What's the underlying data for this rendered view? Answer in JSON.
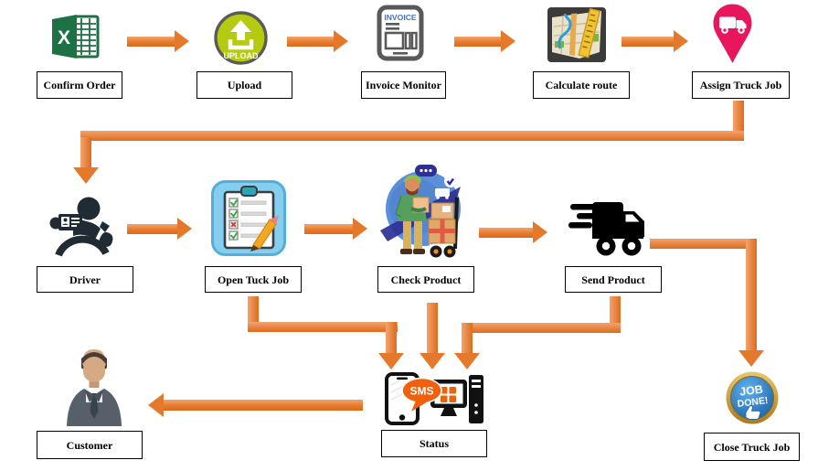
{
  "diagram": {
    "type": "flowchart",
    "nodes": [
      {
        "id": "confirm-order",
        "label": "Confirm Order",
        "icon": "excel-icon"
      },
      {
        "id": "upload",
        "label": "Upload",
        "icon": "upload-icon"
      },
      {
        "id": "invoice-monitor",
        "label": "Invoice Monitor",
        "icon": "invoice-icon"
      },
      {
        "id": "calculate-route",
        "label": "Calculate route",
        "icon": "map-route-icon"
      },
      {
        "id": "assign-truck-job",
        "label": "Assign Truck Job",
        "icon": "truck-pin-icon"
      },
      {
        "id": "driver",
        "label": "Driver",
        "icon": "driver-icon"
      },
      {
        "id": "open-tuck-job",
        "label": "Open Tuck Job",
        "icon": "clipboard-checklist-icon"
      },
      {
        "id": "check-product",
        "label": "Check Product",
        "icon": "warehouse-worker-icon"
      },
      {
        "id": "send-product",
        "label": "Send Product",
        "icon": "delivery-truck-icon"
      },
      {
        "id": "status",
        "label": "Status",
        "icon": "sms-phone-and-computer-icon"
      },
      {
        "id": "customer",
        "label": "Customer",
        "icon": "businessman-icon"
      },
      {
        "id": "close-truck-job",
        "label": "Close Truck Job",
        "icon": "job-done-badge-icon"
      }
    ],
    "icon_texts": {
      "excel": "X",
      "upload": "UPLOAD",
      "invoice": "INVOICE",
      "sms": "SMS",
      "job_done_top": "JOB",
      "job_done_bottom": "DONE!"
    },
    "edges": [
      "confirm-order -> upload",
      "upload -> invoice-monitor",
      "invoice-monitor -> calculate-route",
      "calculate-route -> assign-truck-job",
      "assign-truck-job -> driver",
      "driver -> open-tuck-job",
      "open-tuck-job -> check-product",
      "check-product -> send-product",
      "open-tuck-job -> status",
      "check-product -> status",
      "send-product -> status",
      "send-product -> close-truck-job",
      "status -> customer"
    ],
    "colors": {
      "arrow_orange": "#E5792B",
      "pin_red": "#E8175D",
      "upload_green": "#B5CB11",
      "invoice_blue": "#4472C4",
      "clipboard_blue": "#85CEF0",
      "sms_orange": "#F2600C",
      "badge_gold": "#C89A35",
      "badge_blue": "#2E7CC4",
      "excel_green": "#1E7145"
    }
  }
}
